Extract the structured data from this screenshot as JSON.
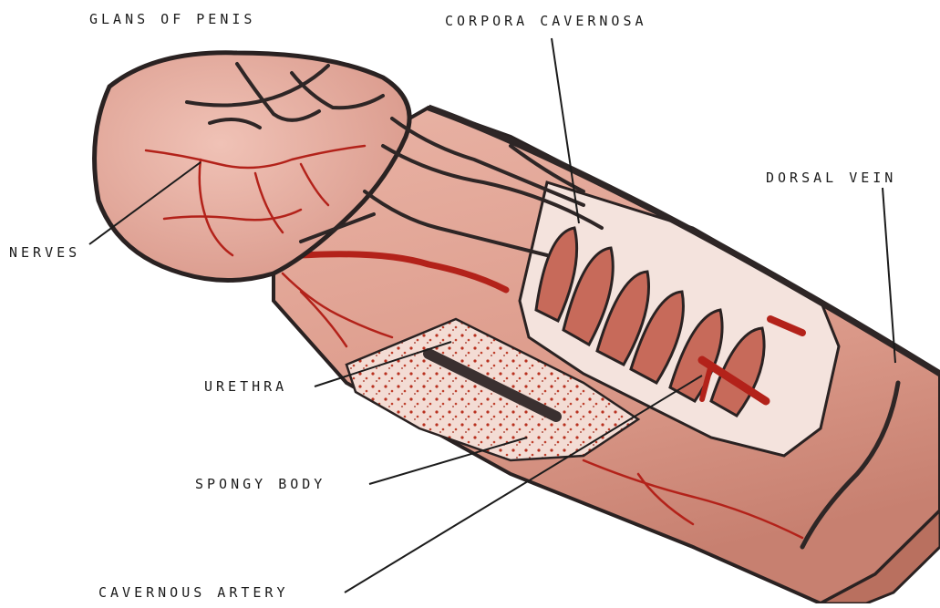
{
  "labels": {
    "glans": "GLANS OF PENIS",
    "corpora": "CORPORA CAVERNOSA",
    "dorsal_vein": "DORSAL VEIN",
    "nerves": "NERVES",
    "urethra": "URETHRA",
    "spongy_body": "SPONGY BODY",
    "cavernous_artery": "CAVERNOUS ARTERY"
  },
  "colors": {
    "skin": "#e6aa9c",
    "skin_dark": "#c98575",
    "outline": "#2a2222",
    "artery": "#b3221a",
    "vessel": "#3a2f2f",
    "spongy": "#f2ddd6"
  }
}
